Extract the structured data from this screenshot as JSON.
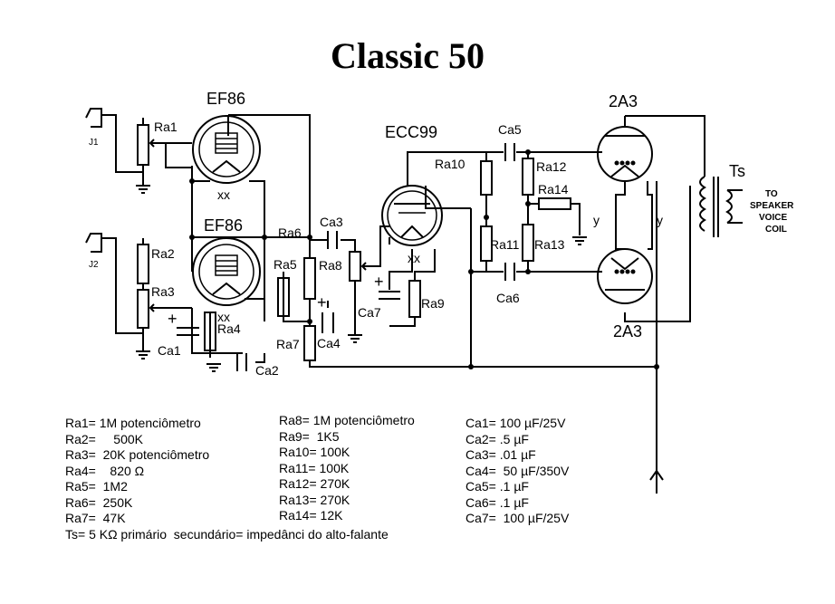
{
  "title": "Classic 50",
  "tubes": {
    "ef86_top": "EF86",
    "ef86_bottom": "EF86",
    "ecc99": "ECC99",
    "a2a3_top": "2A3",
    "a2a3_bottom": "2A3"
  },
  "jacks": {
    "j1": "J1",
    "j2": "J2"
  },
  "transformer": {
    "label": "Ts",
    "speaker": [
      "TO",
      "SPEAKER",
      "VOICE",
      "COIL"
    ]
  },
  "markers": {
    "xx": "xx",
    "y": "y",
    "plus": "+"
  },
  "components": {
    "Ra1": "Ra1",
    "Ra2": "Ra2",
    "Ra3": "Ra3",
    "Ra4": "Ra4",
    "Ra5": "Ra5",
    "Ra6": "Ra6",
    "Ra7": "Ra7",
    "Ra8": "Ra8",
    "Ra9": "Ra9",
    "Ra10": "Ra10",
    "Ra11": "Ra11",
    "Ra12": "Ra12",
    "Ra13": "Ra13",
    "Ra14": "Ra14",
    "Ca1": "Ca1",
    "Ca2": "Ca2",
    "Ca3": "Ca3",
    "Ca4": "Ca4",
    "Ca5": "Ca5",
    "Ca6": "Ca6",
    "Ca7": "Ca7"
  },
  "legend": {
    "col1": [
      "Ra1= 1M potenciômetro",
      "Ra2=     500K",
      "Ra3=  20K potenciômetro",
      "Ra4=    820 Ω",
      "Ra5=  1M2",
      "Ra6=  250K",
      "Ra7=  47K"
    ],
    "col2": [
      "Ra8= 1M potenciômetro",
      "Ra9=  1K5",
      "Ra10= 100K",
      "Ra11= 100K",
      "Ra12= 270K",
      "Ra13= 270K",
      "Ra14= 12K"
    ],
    "col3": [
      "Ca1= 100 µF/25V",
      "Ca2= .5 µF",
      "Ca3= .01 µF",
      "Ca4=  50 µF/350V",
      "Ca5= .1 µF",
      "Ca6= .1 µF",
      "Ca7=  100 µF/25V"
    ],
    "ts": "Ts= 5 KΩ primário  secundário= impedânci do alto-falante"
  }
}
